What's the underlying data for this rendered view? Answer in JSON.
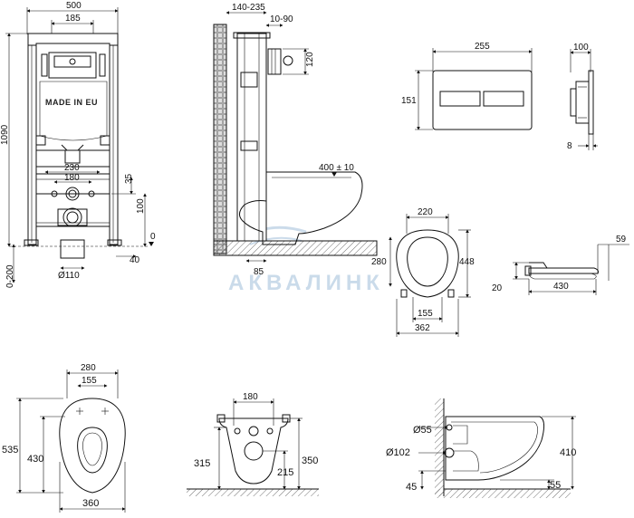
{
  "frame": {
    "width": "500",
    "inner_width": "185",
    "height": "1090",
    "floor_offset": "0-200",
    "made_in": "MADE IN EU",
    "pipe_spacing": "230",
    "pipe_spacing_inner": "180",
    "drain_height": "35",
    "drain_offset": "100",
    "floor_zero": "0",
    "frame_foot": "40",
    "drain_diameter": "Ø110"
  },
  "side_view": {
    "depth_range": "140-235",
    "button_depth": "10-90",
    "button_height": "120",
    "seat_height": "400 ± 10",
    "bottom_offset": "85"
  },
  "flush_plate": {
    "width": "255",
    "height": "151",
    "depth": "100",
    "thickness": "8"
  },
  "seat_top": {
    "width_top": "220",
    "length": "448",
    "inner_length": "280",
    "hinge_spacing": "155",
    "width": "362"
  },
  "seat_side": {
    "height": "59",
    "thickness": "20",
    "length": "430"
  },
  "bowl_top": {
    "width_top": "280",
    "hinge_spacing": "155",
    "total_length": "535",
    "inner_length": "430",
    "width": "360"
  },
  "bowl_rear": {
    "mount_spacing": "180",
    "height": "315",
    "mount_height": "215",
    "total_height": "350"
  },
  "bowl_side": {
    "inlet_diameter": "Ø55",
    "outlet_diameter": "Ø102",
    "total_height": "410",
    "outlet_height": "45",
    "floor_clearance": "55"
  },
  "watermark": "АКВАЛИНК"
}
